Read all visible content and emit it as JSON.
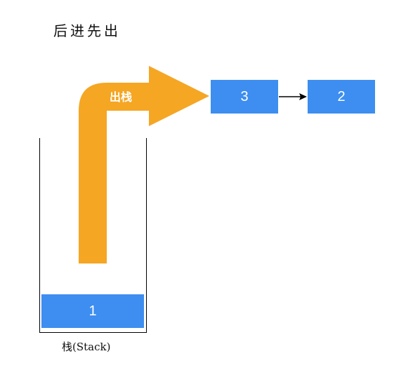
{
  "title": "后进先出",
  "pop_label": "出栈",
  "stack": {
    "label": "栈(Stack)",
    "items": [
      "1"
    ]
  },
  "output": {
    "items": [
      "3",
      "2"
    ]
  },
  "colors": {
    "box_fill": "#3d8ef0",
    "arrow_fill": "#f5a623",
    "text_on_box": "#ffffff"
  }
}
